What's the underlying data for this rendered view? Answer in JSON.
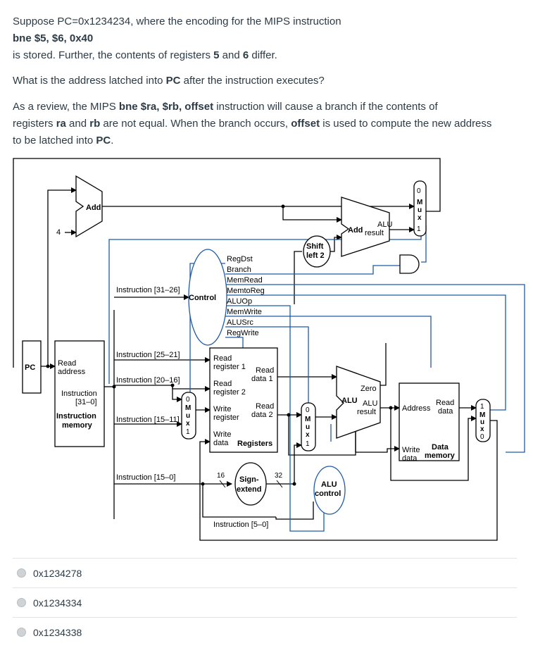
{
  "question": {
    "l1": "Suppose PC=0x1234234, where the encoding for the MIPS instruction",
    "l2": "bne $5, $6, 0x40",
    "l3a": "is stored.  Further, the contents of registers ",
    "l3b": "5",
    "l3c": " and ",
    "l3d": "6",
    "l3e": " differ.",
    "l4a": "What is the address latched into ",
    "l4b": "PC",
    "l4c": " after the instruction executes?",
    "l5a": "As a review, the MIPS ",
    "l5b": "bne $ra, $rb, offset",
    "l5c": " instruction will cause a branch if the contents of",
    "l6a": "registers ",
    "l6b": "ra",
    "l6c": " and ",
    "l6d": "rb",
    "l6e": " are not equal.  When the branch occurs, ",
    "l6f": "offset",
    "l6g": " is used to compute the new address",
    "l7a": "to be latched into ",
    "l7b": "PC",
    "l7c": "."
  },
  "diagram": {
    "pc": "PC",
    "add": "Add",
    "four": "4",
    "add2": "Add",
    "alu_result_1": "ALU",
    "alu_result_2": "result",
    "shift_1": "Shift",
    "shift_2": "left 2",
    "mux_m": "M",
    "mux_u": "u",
    "mux_x": "x",
    "mux_0": "0",
    "mux_1": "1",
    "control": "Control",
    "regdst": "RegDst",
    "branch": "Branch",
    "memread": "MemRead",
    "memtoreg": "MemtoReg",
    "aluop": "ALUOp",
    "memwrite": "MemWrite",
    "alusrc": "ALUSrc",
    "regwrite": "RegWrite",
    "instr_31_26": "Instruction [31–26]",
    "instr_25_21": "Instruction [25–21]",
    "instr_20_16": "Instruction [20–16]",
    "instr_15_11": "Instruction [15–11]",
    "instr_15_0": "Instruction [15–0]",
    "instr_5_0": "Instruction [5–0]",
    "im_read": "Read",
    "im_address": "address",
    "im_instruction": "Instruction",
    "im_bits": "[31–0]",
    "im_title_1": "Instruction",
    "im_title_2": "memory",
    "rf_read_reg1_a": "Read",
    "rf_read_reg1_b": "register 1",
    "rf_read_data1_a": "Read",
    "rf_read_data1_b": "data 1",
    "rf_read_reg2_a": "Read",
    "rf_read_reg2_b": "register 2",
    "rf_write_reg_a": "Write",
    "rf_write_reg_b": "register",
    "rf_read_data2_a": "Read",
    "rf_read_data2_b": "data 2",
    "rf_write_data_a": "Write",
    "rf_write_data_b": "data",
    "rf_title": "Registers",
    "sixteen": "16",
    "thirtytwo": "32",
    "sign_1": "Sign-",
    "sign_2": "extend",
    "zero": "Zero",
    "alu": "ALU",
    "alu_res_1": "ALU",
    "alu_res_2": "result",
    "alu_control_1": "ALU",
    "alu_control_2": "control",
    "dm_address": "Address",
    "dm_read_1": "Read",
    "dm_read_2": "data",
    "dm_write_1": "Write",
    "dm_write_2": "data",
    "dm_title_1": "Data",
    "dm_title_2": "memory"
  },
  "answers": [
    {
      "label": "0x1234278"
    },
    {
      "label": "0x1234334"
    },
    {
      "label": "0x1234338"
    }
  ]
}
